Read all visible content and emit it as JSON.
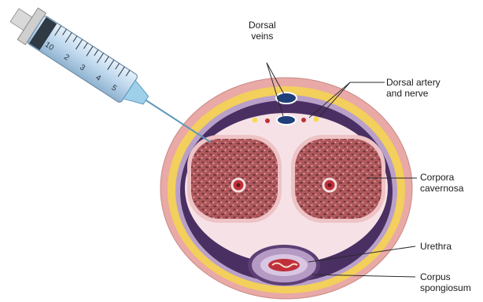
{
  "labels": {
    "dorsal_veins": [
      "Dorsal",
      "veins"
    ],
    "dorsal_artery_nerve": [
      "Dorsal artery",
      "and nerve"
    ],
    "corpora_cavernosa": [
      "Corpora",
      "cavernosa"
    ],
    "urethra": [
      "Urethra"
    ],
    "corpus_spongiosum": [
      "Corpus",
      "spongiosum"
    ]
  },
  "syringe_scale": [
    "10",
    "2",
    "3",
    "4",
    "5"
  ],
  "colors": {
    "skin": "#e9a9a6",
    "fat": "#f3cf5b",
    "fascia": "#4a2f63",
    "tunica": "#f6e2e6",
    "erectile_tissue": "#b0585c",
    "sinus_holes": "#6e3a3f",
    "central_artery": "#c0303a",
    "spongiosum": "#b59ac4",
    "vein": "#1f3f7a",
    "syringe_barrel": "#bcd6ec",
    "needle": "#7fbfe0"
  }
}
